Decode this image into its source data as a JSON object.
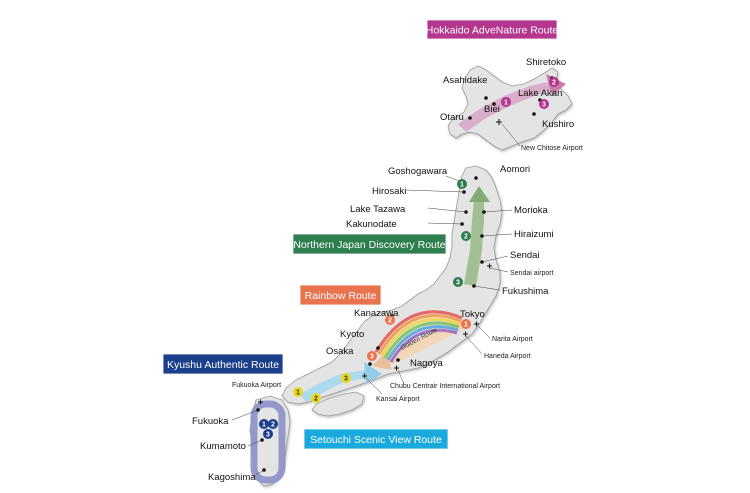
{
  "routes": {
    "hokkaido": {
      "label": "Hokkaido AdveNature Route",
      "color": "#b5368e"
    },
    "northern": {
      "label": "Northern Japan Discovery Route",
      "color": "#2e7d4f"
    },
    "rainbow": {
      "label": "Rainbow Route",
      "color": "#e8734e"
    },
    "kyushu": {
      "label": "Kyushu Authentic Route",
      "color": "#1b3f8b"
    },
    "setouchi": {
      "label": "Setouchi Scenic View Route",
      "color": "#1aa9dc"
    },
    "golden": {
      "label": "Golden Route"
    }
  },
  "places": {
    "shiretoko": "Shiretoko",
    "asahidake": "Asahidake",
    "lake_akan": "Lake Akan",
    "biei": "Biei",
    "otaru": "Otaru",
    "kushiro": "Kushiro",
    "new_chitose_airport": "New Chitose Airport",
    "goshogawara": "Goshogawara",
    "aomori": "Aomori",
    "hirosaki": "Hirosaki",
    "lake_tazawa": "Lake Tazawa",
    "morioka": "Morioka",
    "kakunodate": "Kakunodate",
    "hiraizumi": "Hiraizumi",
    "sendai": "Sendai",
    "sendai_airport": "Sendai airport",
    "fukushima": "Fukushima",
    "kanazawa": "Kanazawa",
    "tokyo": "Tokyo",
    "narita_airport": "Narita Airport",
    "kyoto": "Kyoto",
    "haneda_airport": "Haneda Airport",
    "osaka": "Osaka",
    "nagoya": "Nagoya",
    "chubu_airport": "Chubu Centrair International Airport",
    "kansai_airport": "Kansai Airport",
    "fukuoka_airport": "Fukuoka Airport",
    "fukuoka": "Fukuoka",
    "kumamoto": "Kumamoto",
    "kagoshima": "Kagoshima"
  },
  "badges": {
    "one": "1",
    "two": "2",
    "three": "3"
  },
  "colors": {
    "land": "#e4e4e4",
    "land_stroke": "#9a9a9a",
    "hokkaido_arrow": "#d9a8c9",
    "northern_arrow": "#9cbc8c",
    "golden_arrow": "#f2d5b4",
    "setouchi_arrow": "#a9d9ee",
    "kyushu_loop": "#8b8fc6",
    "badge_yellow": "#e8d820"
  }
}
